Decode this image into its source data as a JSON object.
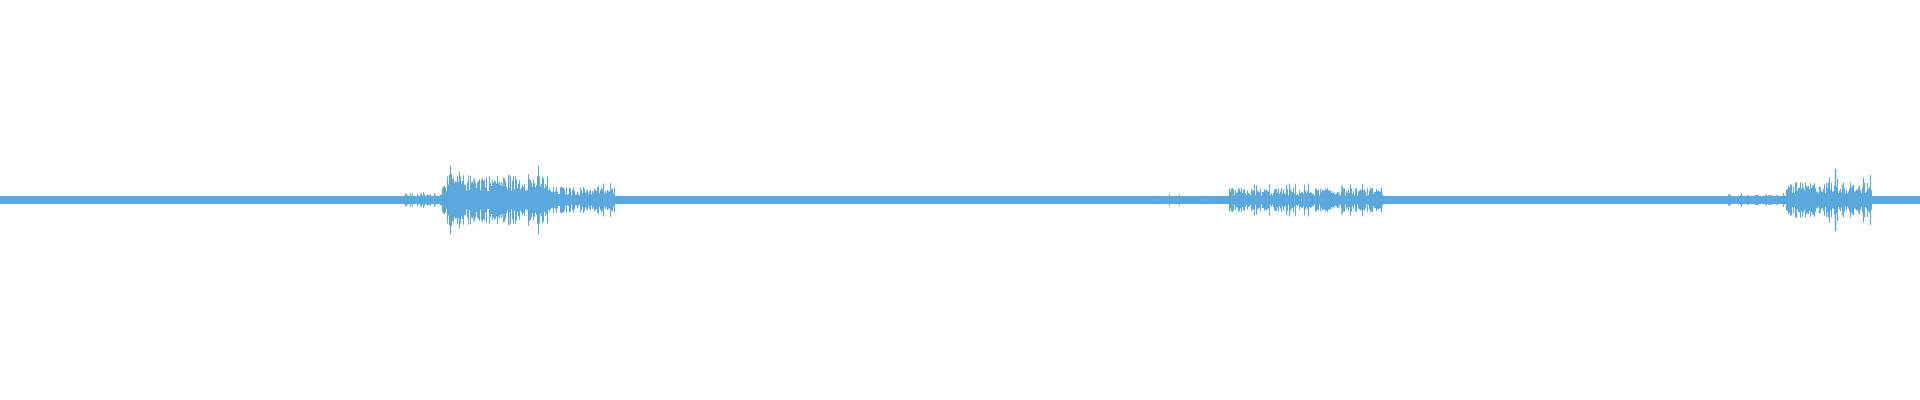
{
  "waveform": {
    "color": "#5aa8dc",
    "background": "#ffffff",
    "duration_fraction_segments": [
      {
        "start": 0.0,
        "end": 0.21,
        "level": 0.03
      },
      {
        "start": 0.21,
        "end": 0.23,
        "level": 0.11
      },
      {
        "start": 0.23,
        "end": 0.285,
        "level": 0.42
      },
      {
        "start": 0.285,
        "end": 0.32,
        "level": 0.22
      },
      {
        "start": 0.32,
        "end": 0.6,
        "level": 0.03
      },
      {
        "start": 0.6,
        "end": 0.64,
        "level": 0.07
      },
      {
        "start": 0.64,
        "end": 0.72,
        "level": 0.2
      },
      {
        "start": 0.72,
        "end": 0.9,
        "level": 0.03
      },
      {
        "start": 0.9,
        "end": 0.93,
        "level": 0.09
      },
      {
        "start": 0.93,
        "end": 0.975,
        "level": 0.3
      },
      {
        "start": 0.975,
        "end": 1.0,
        "level": 0.06
      }
    ],
    "peak_markers": [
      {
        "position": 0.247,
        "level": 0.36
      },
      {
        "position": 0.265,
        "level": 0.42
      },
      {
        "position": 0.699,
        "level": 0.24
      },
      {
        "position": 0.956,
        "level": 0.52
      }
    ]
  }
}
